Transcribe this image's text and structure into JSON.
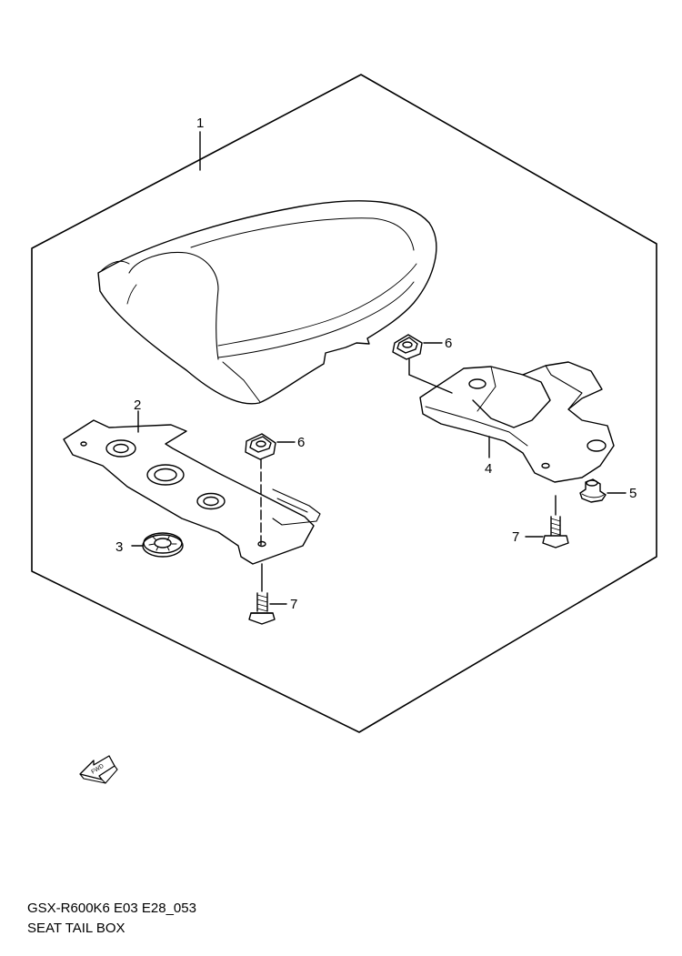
{
  "diagram": {
    "callouts": {
      "seat_cover": "1",
      "bracket": "2",
      "washer": "3",
      "plate": "4",
      "cushion": "5",
      "nut_left": "6",
      "nut_right": "6",
      "bolt_left": "7",
      "bolt_right": "7"
    },
    "fwd_label": "FWD"
  },
  "caption": {
    "code": "GSX-R600K6 E03 E28_053",
    "title": "SEAT TAIL BOX"
  }
}
